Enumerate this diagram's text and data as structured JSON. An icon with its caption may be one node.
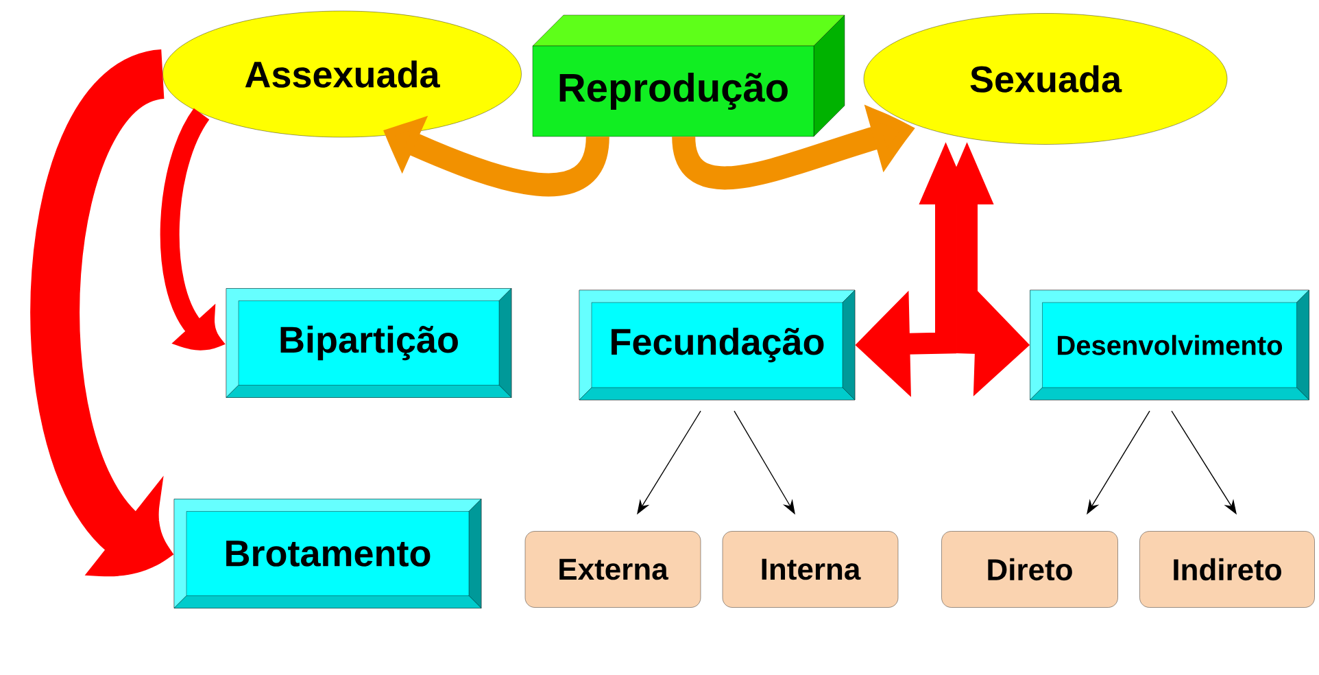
{
  "diagram": {
    "nodes": [
      {
        "text": [
          "Reprodução"
        ]
      },
      {
        "text": [
          "Assexuada"
        ]
      },
      {
        "text": [
          "Sexuada"
        ]
      },
      {
        "text": [
          "Bipartição"
        ]
      },
      {
        "text": [
          "Brotamento"
        ]
      },
      {
        "text": [
          "Fecundação"
        ]
      },
      {
        "text": [
          "Desenvolvimento"
        ]
      },
      {
        "text": [
          "Externa"
        ]
      },
      {
        "text": [
          "Interna"
        ]
      },
      {
        "text": [
          "Direto"
        ]
      },
      {
        "text": [
          "Indireto"
        ]
      }
    ],
    "edges": [
      {
        "from": 0,
        "to": 1,
        "arrow": "to",
        "color": "#f29100"
      },
      {
        "from": 0,
        "to": 2,
        "arrow": "to",
        "color": "#f29100"
      },
      {
        "from": 1,
        "to": 3,
        "arrow": "to",
        "color": "#ff0000"
      },
      {
        "from": 1,
        "to": 4,
        "arrow": "to",
        "style": "thick",
        "color": "#ff0000"
      },
      {
        "from": 2,
        "to": 5,
        "arrow": "both",
        "color": "#ff0000"
      },
      {
        "from": 2,
        "to": 6,
        "arrow": "both",
        "color": "#ff0000"
      },
      {
        "from": 5,
        "to": 7,
        "arrow": "to",
        "color": "#000000"
      },
      {
        "from": 5,
        "to": 8,
        "arrow": "to",
        "color": "#000000"
      },
      {
        "from": 6,
        "to": 9,
        "arrow": "to",
        "color": "#000000"
      },
      {
        "from": 6,
        "to": 10,
        "arrow": "to",
        "color": "#000000"
      }
    ]
  }
}
